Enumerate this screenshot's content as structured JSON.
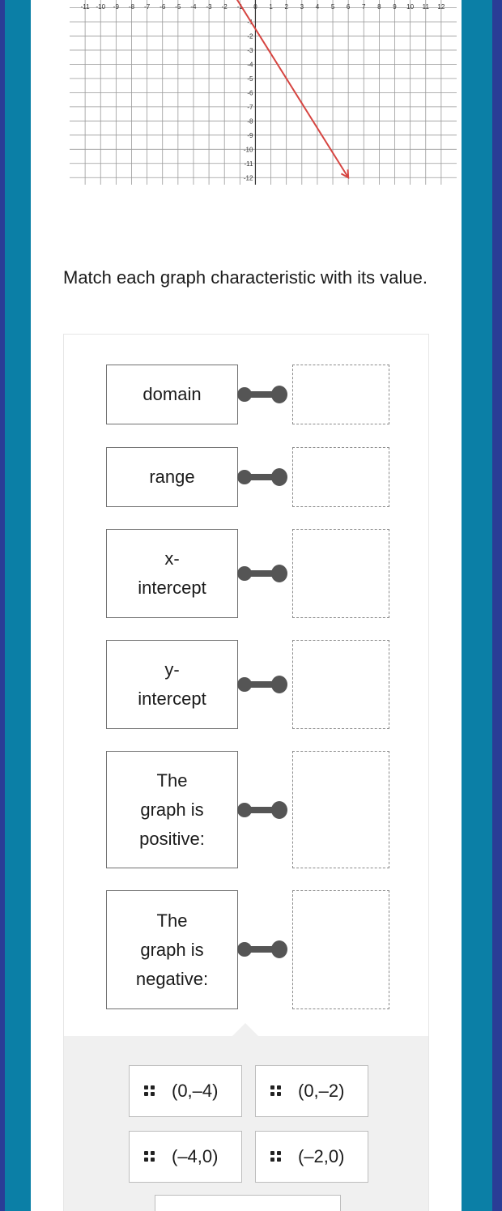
{
  "graph": {
    "x_ticks": [
      "-11",
      "-10",
      "-9",
      "-8",
      "-7",
      "-6",
      "-5",
      "-4",
      "-3",
      "-2",
      "-1",
      "0",
      "1",
      "2",
      "3",
      "4",
      "5",
      "6",
      "7",
      "8",
      "9",
      "10",
      "11",
      "12"
    ],
    "y_ticks": [
      "-1",
      "-2",
      "-3",
      "-4",
      "-5",
      "-6",
      "-7",
      "-8",
      "-9",
      "-10",
      "-11",
      "-12"
    ],
    "line_color": "#d64541",
    "line": {
      "x1": -2,
      "y1": 2,
      "x2": 6,
      "y2": -12
    }
  },
  "prompt": "Match each graph characteristic with its value.",
  "terms": [
    {
      "label": "domain"
    },
    {
      "label": "range"
    },
    {
      "label": "x-\nintercept"
    },
    {
      "label": "y-\nintercept"
    },
    {
      "label": "The\ngraph is\npositive:"
    },
    {
      "label": "The\ngraph is\nnegative:"
    }
  ],
  "options": [
    {
      "label": "(0,–4)"
    },
    {
      "label": "(0,–2)"
    },
    {
      "label": "(–4,0)"
    },
    {
      "label": "(–2,0)"
    }
  ]
}
